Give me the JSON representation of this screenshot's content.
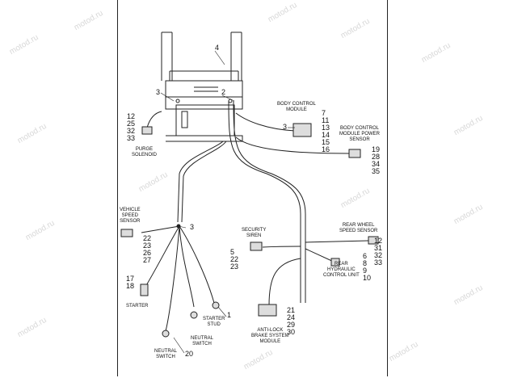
{
  "watermark": "motod.ru",
  "labels": {
    "bcm": "BODY CONTROL\nMODULE",
    "bcm_power": "BODY CONTROL\nMODULE POWER\nSENSOR",
    "purge": "PURGE\nSOLENOID",
    "vss": "VEHICLE\nSPEED\nSENSOR",
    "security": "SECURITY\nSIREN",
    "rear_wheel": "REAR WHEEL\nSPEED SENSOR",
    "rear_hcu": "REAR\nHYDRAULIC\nCONTROL UNIT",
    "starter": "STARTER",
    "starter_stud": "STARTER\nSTUD",
    "neutral": "NEUTRAL\nSWITCH",
    "neutral2": "NEUTRAL\nSWITCH",
    "abs": "ANTI-LOCK\nBRAKE SYSTEM\nMODULE"
  },
  "callouts": {
    "c4": "4",
    "c3a": "3",
    "c2": "2",
    "c3b": "3",
    "c3c": "3",
    "c1": "1",
    "c20": "20",
    "purge_nums": "12\n25\n32\n33",
    "bcm_nums": "7\n11\n13\n14\n15\n16",
    "bcm_power_nums": "19\n28\n34\n35",
    "vss_nums": "22\n23\n26\n27",
    "siren_nums": "5\n22\n23",
    "rear_wheel_nums": "12\n31\n32\n33",
    "hcu_nums": "6\n8\n9\n10",
    "starter_nums": "17\n18",
    "abs_nums": "21\n24\n29\n30"
  }
}
